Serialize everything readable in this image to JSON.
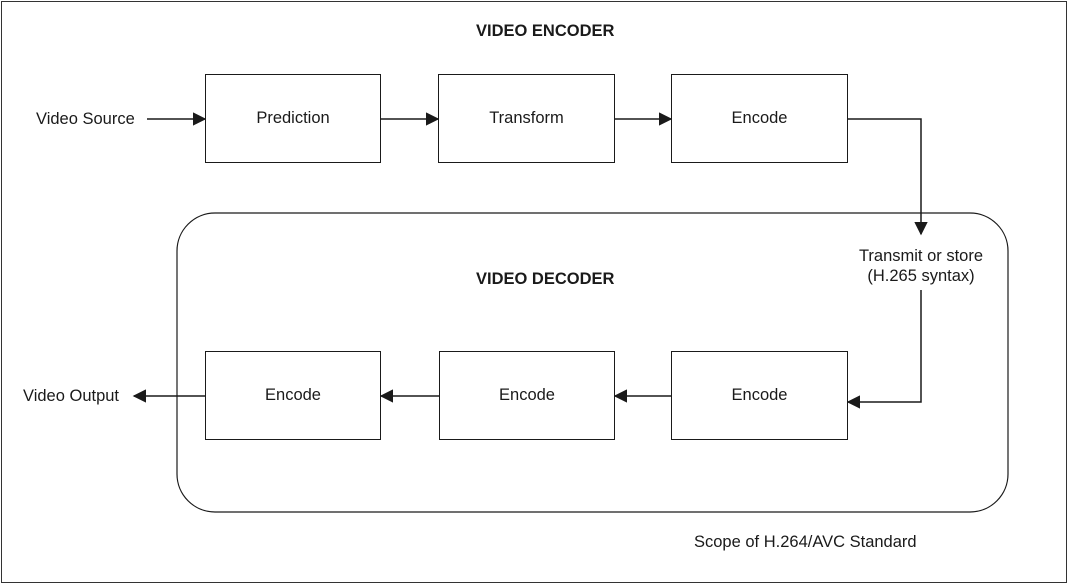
{
  "encoder": {
    "title": "VIDEO ENCODER",
    "source_label": "Video Source",
    "blocks": [
      "Prediction",
      "Transform",
      "Encode"
    ]
  },
  "channel": {
    "line1": "Transmit or store",
    "line2": "(H.265 syntax)"
  },
  "decoder": {
    "title": "VIDEO DECODER",
    "output_label": "Video Output",
    "blocks": [
      "Encode",
      "Encode",
      "Encode"
    ]
  },
  "scope_label": "Scope of H.264/AVC Standard"
}
